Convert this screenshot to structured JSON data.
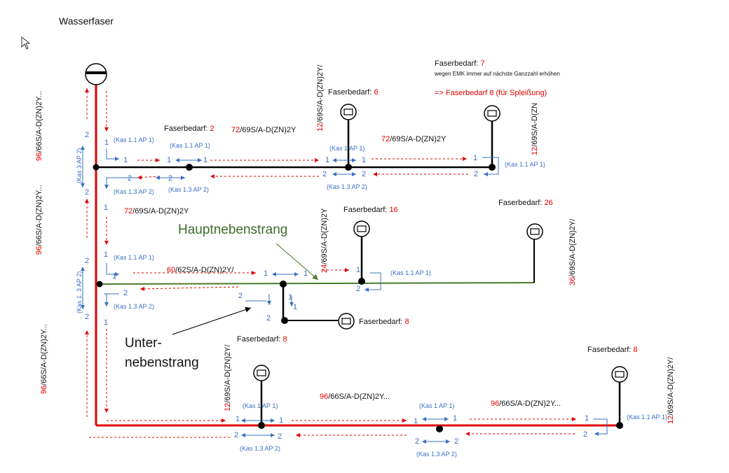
{
  "title": "Wasserfaser",
  "colors": {
    "main_cable": "#e00000",
    "sub_cable": "#000000",
    "green_cable": "#4a7a2a",
    "blue_arrow": "#3a6fc4",
    "red_number": "#e00000",
    "heading_green": "#3e6b2a"
  },
  "fiber_demand": {
    "label": "Faserbedarf:",
    "values": [
      "2",
      "6",
      "7",
      "16",
      "26",
      "8",
      "8",
      "8"
    ]
  },
  "notes": {
    "emk": "wegen EMK immer auf nächste Ganzzahl erhöhen",
    "splice_prefix": "=> Faserbedarf",
    "splice_value": "8",
    "splice_suffix": "(für Spleißung)"
  },
  "headings": {
    "hauptnebenstrang": "Hauptnebenstrang",
    "unter": "Unter-",
    "nebenstrang": "nebenstrang"
  },
  "cable_labels": {
    "c72_suffix": "/69S/A-D(ZN)2Y",
    "c72": "72",
    "c12_suffix": "/69S/A-D(ZN)2Y/",
    "c12": "12",
    "c12b_suffix": "/69S/A-D(ZN",
    "c24": "24",
    "c24_suffix": "/69S/A-D(ZN)2Y",
    "c36": "36",
    "c36_suffix": "/69S/A-D(ZN)2Y/",
    "c60": "60",
    "c60_suffix": "/62S/A-D(ZN)2Y/",
    "c96": "96",
    "c96_suffix1": "/66S/A-D(ZN)2Y...",
    "c96_suffix2": "/66S/A-D(ZN)2Y..."
  },
  "kas_labels": {
    "kas11ap1": "(Kas 1.1 AP 1)",
    "kas13ap2": "(Kas 1.3 AP 2)",
    "kas1ap1": "(Kas 1 AP 1)",
    "kas3ap2": "(Kas 3 AP 2)",
    "kas13ap2_rot": "(Kas 1. 3 AP 2)"
  },
  "port_numbers": {
    "one": "1",
    "two": "2"
  }
}
